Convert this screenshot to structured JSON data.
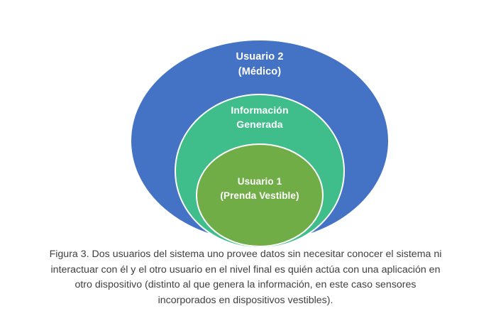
{
  "figure": {
    "diagram": {
      "type": "concentric-ellipses",
      "rings": [
        {
          "id": "outer",
          "name": "usuario-2",
          "color": "#4472C4",
          "border_color": "#FFFFFF",
          "label_lines": [
            "Usuario 2",
            "(Médico)"
          ]
        },
        {
          "id": "middle",
          "name": "informacion-generada",
          "color": "#3FBE8C",
          "border_color": "#FFFFFF",
          "label_lines": [
            "Información",
            "Generada"
          ]
        },
        {
          "id": "inner",
          "name": "usuario-1",
          "color": "#70AD47",
          "border_color": "#FFFFFF",
          "label_lines": [
            "Usuario  1",
            "(Prenda Vestible)"
          ]
        }
      ]
    },
    "caption": {
      "lines": [
        "Figura 3. Dos usuarios del sistema uno provee datos sin necesitar conocer el sistema ni",
        "interactuar con él y el otro usuario en el nivel final es quién actúa con una aplicación en",
        "otro dispositivo (distinto al que genera la información, en este caso sensores",
        "incorporados en dispositivos vestibles)."
      ],
      "text_color": "#404040"
    }
  }
}
